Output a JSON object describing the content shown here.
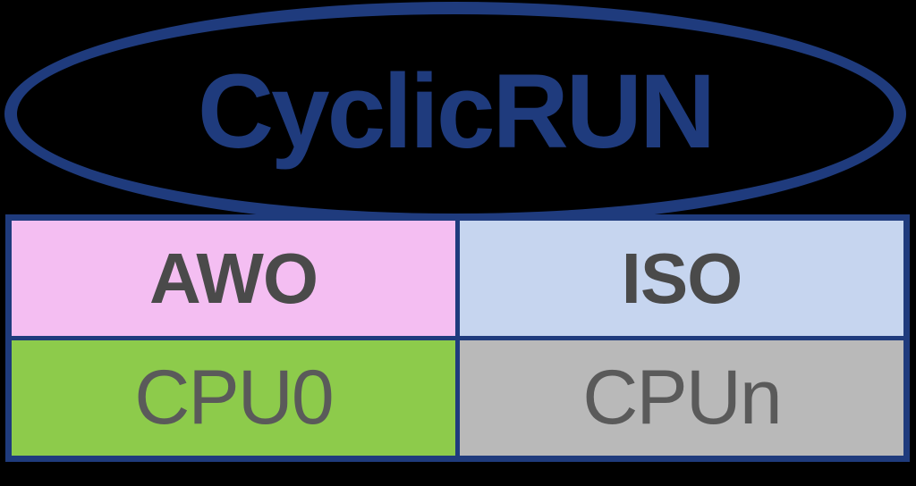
{
  "diagram": {
    "title": "CyclicRUN",
    "table": {
      "columns": [
        {
          "mode": "AWO",
          "cpu": "CPU0"
        },
        {
          "mode": "ISO",
          "cpu": "CPUn"
        }
      ]
    },
    "colors": {
      "outline_blue": "#1f3b7d",
      "awo_bg": "#f4bef2",
      "iso_bg": "#c6d5ef",
      "cpu0_bg": "#8dcb4b",
      "cpun_bg": "#b9b9b9",
      "mode_text": "#4a4a4a",
      "cpu_text": "#5a5a5a",
      "background": "#000000"
    }
  }
}
